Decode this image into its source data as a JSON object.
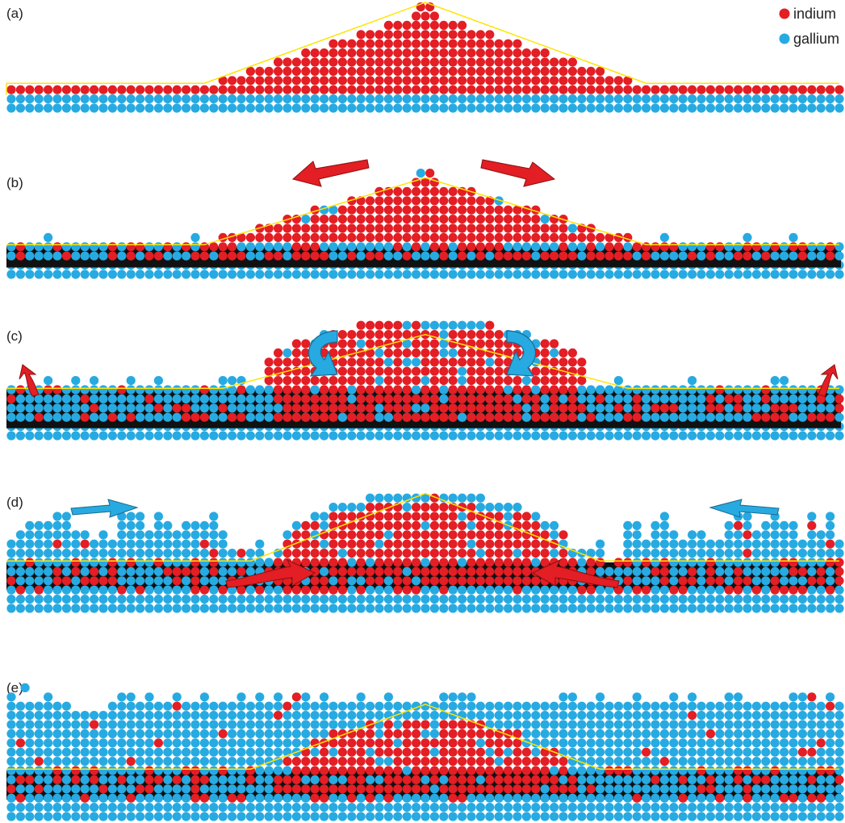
{
  "legend": {
    "items": [
      {
        "label": "indium",
        "color": "#e31e24"
      },
      {
        "label": "gallium",
        "color": "#27aae1"
      }
    ]
  },
  "panels": [
    {
      "id": "a",
      "label": "(a)"
    },
    {
      "id": "b",
      "label": "(b)"
    },
    {
      "id": "c",
      "label": "(c)"
    },
    {
      "id": "d",
      "label": "(d)"
    },
    {
      "id": "e",
      "label": "(e)"
    }
  ],
  "colors": {
    "indium": "#e31e24",
    "gallium": "#27aae1",
    "outline": "#ffe400",
    "red_arrow": "#e31e24",
    "blue_arrow": "#27aae1"
  }
}
